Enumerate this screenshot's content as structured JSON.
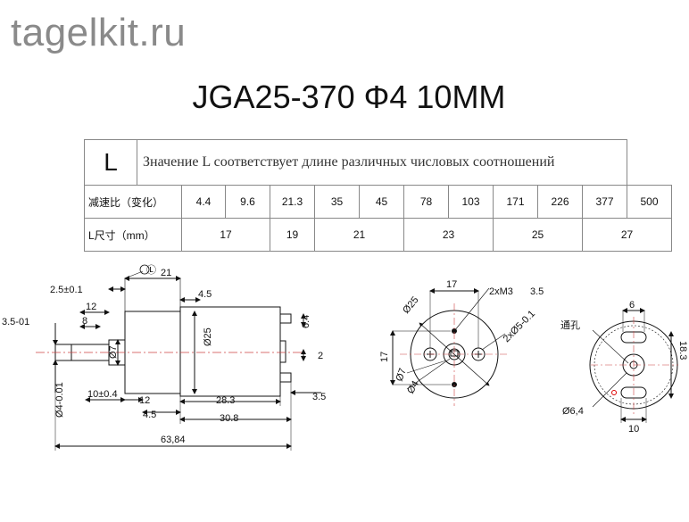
{
  "brand": "tagelkit.ru",
  "title": "JGA25-370 Φ4 10MM",
  "table": {
    "l_header": "L",
    "note": "Значение L соответствует длине различных числовых соотношений",
    "ratio_label": "减速比（变化）",
    "ratios": [
      "4.4",
      "9.6",
      "21.3",
      "35",
      "45",
      "78",
      "103",
      "171",
      "226",
      "377",
      "500"
    ],
    "length_label": "L尺寸（mm）",
    "lengths": [
      "17",
      "19",
      "21",
      "23",
      "25",
      "27"
    ]
  },
  "side_view": {
    "l_mark": "Ⓛ",
    "dim_21": "21",
    "dim_2_5": "2.5±0.1",
    "dim_4_5_top": "4.5",
    "dim_12_top": "12",
    "dim_8": "8",
    "dim_3_5_left": "3.5-01",
    "dia_7": "Ø7",
    "dia_25": "Ø25",
    "dia_shaft": "Ø4-0.01",
    "dim_10": "10±0.4",
    "dim_12_bottom": "12",
    "dim_4_5_bottom": "4.5",
    "dim_28_3": "28.3",
    "dim_30_8": "30.8",
    "dim_63_84": "63,84",
    "dim_6_4": "6.4",
    "dim_2": "2",
    "dim_3_5_right": "3.5"
  },
  "front_view": {
    "dim_17_top": "17",
    "dim_2xm3": "2xM3",
    "dim_3_5": "3.5",
    "dia_25": "Ø25",
    "dim_2xd5": "2xØ5-0.1",
    "dim_17_left": "17",
    "dia_7": "Ø7",
    "dia_4": "Ø4"
  },
  "rear_view": {
    "dim_6": "6",
    "through_hole": "通孔",
    "dim_18_3": "18.3",
    "dia_6_4": "Ø6,4",
    "dim_10": "10"
  }
}
